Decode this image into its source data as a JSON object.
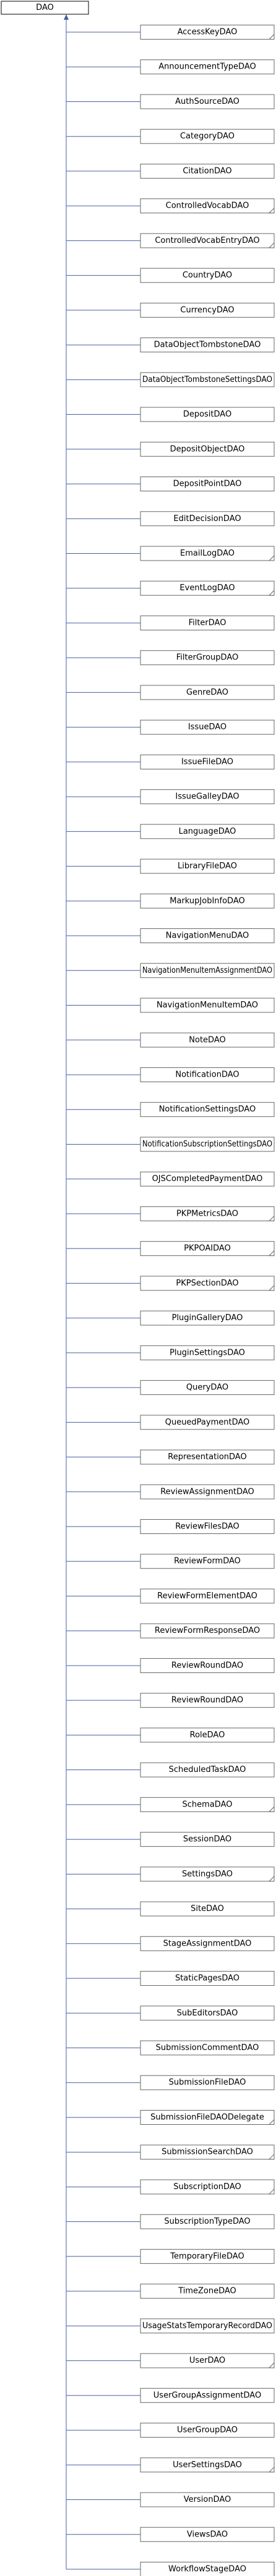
{
  "root": {
    "label": "DAO"
  },
  "children": [
    {
      "label": "AccessKeyDAO",
      "folded": true
    },
    {
      "label": "AnnouncementTypeDAO",
      "folded": false
    },
    {
      "label": "AuthSourceDAO",
      "folded": false
    },
    {
      "label": "CategoryDAO",
      "folded": false
    },
    {
      "label": "CitationDAO",
      "folded": false
    },
    {
      "label": "ControlledVocabDAO",
      "folded": true
    },
    {
      "label": "ControlledVocabEntryDAO",
      "folded": true
    },
    {
      "label": "CountryDAO",
      "folded": false
    },
    {
      "label": "CurrencyDAO",
      "folded": false
    },
    {
      "label": "DataObjectTombstoneDAO",
      "folded": false
    },
    {
      "label": "DataObjectTombstoneSettingsDAO",
      "folded": false
    },
    {
      "label": "DepositDAO",
      "folded": false
    },
    {
      "label": "DepositObjectDAO",
      "folded": false
    },
    {
      "label": "DepositPointDAO",
      "folded": false
    },
    {
      "label": "EditDecisionDAO",
      "folded": false
    },
    {
      "label": "EmailLogDAO",
      "folded": true
    },
    {
      "label": "EventLogDAO",
      "folded": true
    },
    {
      "label": "FilterDAO",
      "folded": false
    },
    {
      "label": "FilterGroupDAO",
      "folded": false
    },
    {
      "label": "GenreDAO",
      "folded": false
    },
    {
      "label": "IssueDAO",
      "folded": false
    },
    {
      "label": "IssueFileDAO",
      "folded": false
    },
    {
      "label": "IssueGalleyDAO",
      "folded": false
    },
    {
      "label": "LanguageDAO",
      "folded": false
    },
    {
      "label": "LibraryFileDAO",
      "folded": false
    },
    {
      "label": "MarkupJobInfoDAO",
      "folded": false
    },
    {
      "label": "NavigationMenuDAO",
      "folded": false
    },
    {
      "label": "NavigationMenuItemAssignmentDAO",
      "folded": false
    },
    {
      "label": "NavigationMenuItemDAO",
      "folded": false
    },
    {
      "label": "NoteDAO",
      "folded": false
    },
    {
      "label": "NotificationDAO",
      "folded": false
    },
    {
      "label": "NotificationSettingsDAO",
      "folded": false
    },
    {
      "label": "NotificationSubscriptionSettingsDAO",
      "folded": false
    },
    {
      "label": "OJSCompletedPaymentDAO",
      "folded": false
    },
    {
      "label": "PKPMetricsDAO",
      "folded": true
    },
    {
      "label": "PKPOAIDAO",
      "folded": true
    },
    {
      "label": "PKPSectionDAO",
      "folded": true
    },
    {
      "label": "PluginGalleryDAO",
      "folded": false
    },
    {
      "label": "PluginSettingsDAO",
      "folded": false
    },
    {
      "label": "QueryDAO",
      "folded": false
    },
    {
      "label": "QueuedPaymentDAO",
      "folded": false
    },
    {
      "label": "RepresentationDAO",
      "folded": false
    },
    {
      "label": "ReviewAssignmentDAO",
      "folded": false
    },
    {
      "label": "ReviewFilesDAO",
      "folded": false
    },
    {
      "label": "ReviewFormDAO",
      "folded": false
    },
    {
      "label": "ReviewFormElementDAO",
      "folded": false
    },
    {
      "label": "ReviewFormResponseDAO",
      "folded": false
    },
    {
      "label": "ReviewRoundDAO",
      "folded": false
    },
    {
      "label": "ReviewRoundDAO",
      "folded": false
    },
    {
      "label": "RoleDAO",
      "folded": false
    },
    {
      "label": "ScheduledTaskDAO",
      "folded": false
    },
    {
      "label": "SchemaDAO",
      "folded": true
    },
    {
      "label": "SessionDAO",
      "folded": false
    },
    {
      "label": "SettingsDAO",
      "folded": true
    },
    {
      "label": "SiteDAO",
      "folded": false
    },
    {
      "label": "StageAssignmentDAO",
      "folded": false
    },
    {
      "label": "StaticPagesDAO",
      "folded": false
    },
    {
      "label": "SubEditorsDAO",
      "folded": false
    },
    {
      "label": "SubmissionCommentDAO",
      "folded": false
    },
    {
      "label": "SubmissionFileDAO",
      "folded": false
    },
    {
      "label": "SubmissionFileDAODelegate",
      "folded": true
    },
    {
      "label": "SubmissionSearchDAO",
      "folded": true
    },
    {
      "label": "SubscriptionDAO",
      "folded": true
    },
    {
      "label": "SubscriptionTypeDAO",
      "folded": false
    },
    {
      "label": "TemporaryFileDAO",
      "folded": false
    },
    {
      "label": "TimeZoneDAO",
      "folded": false
    },
    {
      "label": "UsageStatsTemporaryRecordDAO",
      "folded": false
    },
    {
      "label": "UserDAO",
      "folded": true
    },
    {
      "label": "UserGroupAssignmentDAO",
      "folded": false
    },
    {
      "label": "UserGroupDAO",
      "folded": false
    },
    {
      "label": "UserSettingsDAO",
      "folded": true
    },
    {
      "label": "VersionDAO",
      "folded": false
    },
    {
      "label": "ViewsDAO",
      "folded": false
    },
    {
      "label": "WorkflowStageDAO",
      "folded": false
    }
  ],
  "colors": {
    "edge": "#4a5ea0",
    "box_border": "#666666",
    "root_border": "#000000",
    "background": "#ffffff"
  }
}
